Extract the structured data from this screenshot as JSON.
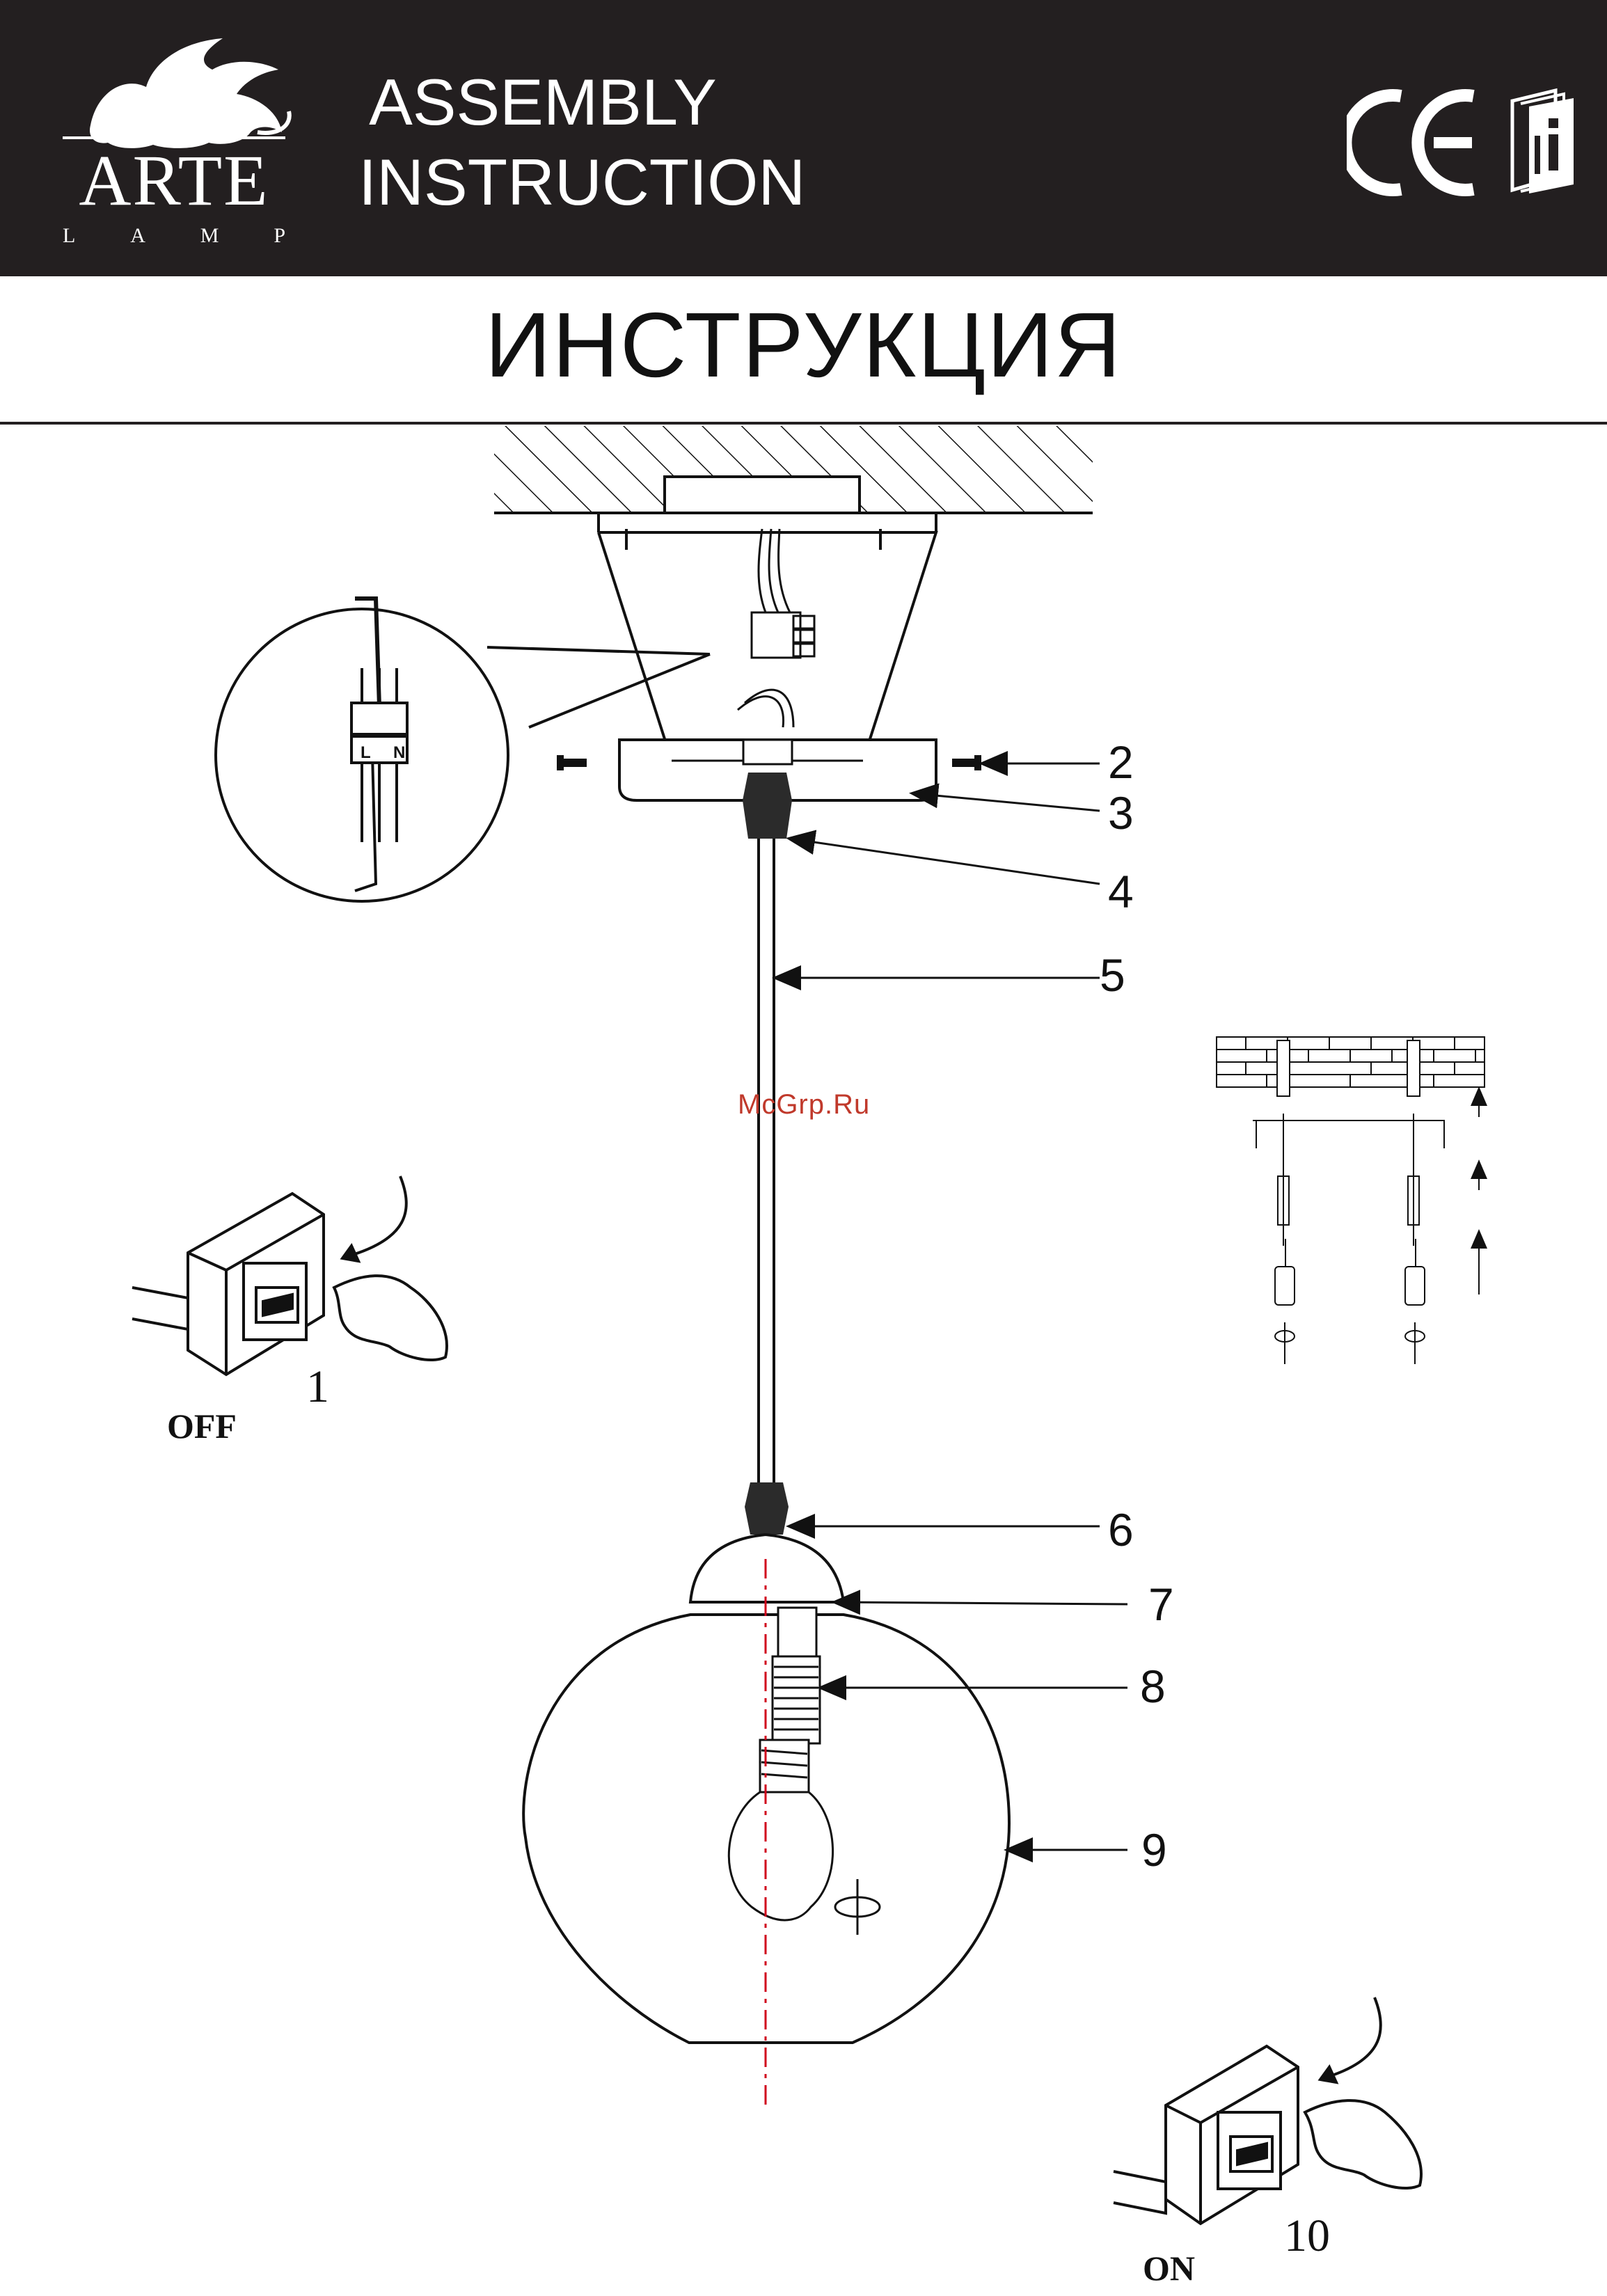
{
  "header": {
    "logo": {
      "brand": "ARTE",
      "sub_letters": [
        "L",
        "A",
        "M",
        "P"
      ]
    },
    "title_line1": "ASSEMBLY",
    "title_line2": "INSTRUCTION",
    "certification_mark": "CE",
    "icon_manual": "manual-info-icon",
    "background_color": "#231f20"
  },
  "page_title": "ИНСТРУКЦИЯ",
  "watermark": "McGrp.Ru",
  "callouts": [
    "1",
    "2",
    "3",
    "4",
    "5",
    "6",
    "7",
    "8",
    "9",
    "10"
  ],
  "switch_off_label": "OFF",
  "switch_on_label": "ON",
  "connector_labels": [
    "L",
    "N"
  ],
  "accent_color": "#d0021b"
}
